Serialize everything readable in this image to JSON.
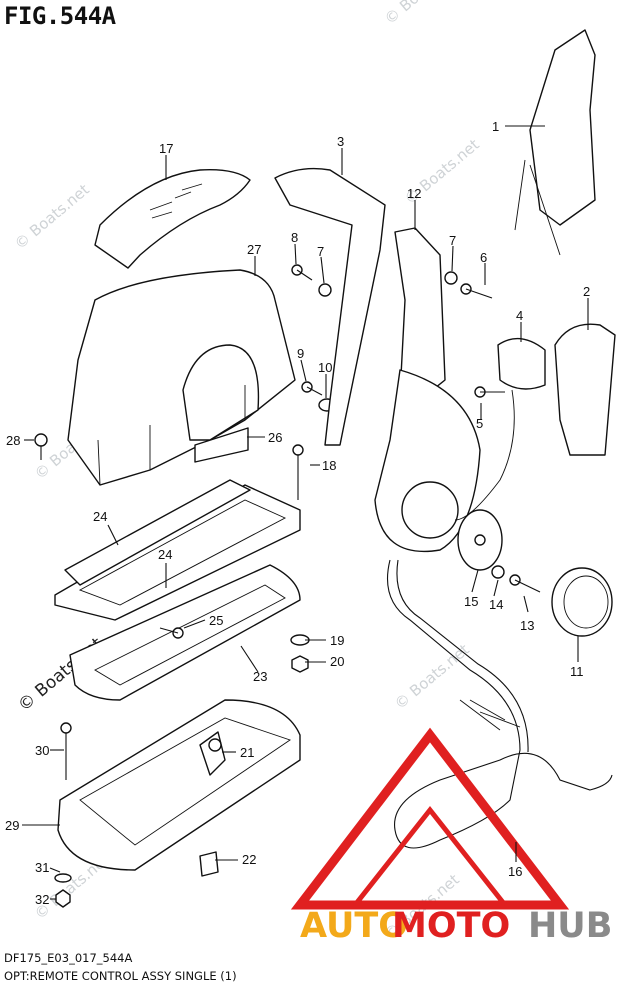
{
  "figure": {
    "title": "FIG.544A",
    "code": "DF175_E03_017_544A",
    "caption": "OPT:REMOTE CONTROL ASSY SINGLE (1)"
  },
  "callouts": [
    "1",
    "2",
    "3",
    "4",
    "5",
    "6",
    "7",
    "7",
    "8",
    "9",
    "10",
    "11",
    "12",
    "13",
    "14",
    "15",
    "16",
    "17",
    "18",
    "19",
    "20",
    "21",
    "22",
    "23",
    "24",
    "24",
    "25",
    "26",
    "27",
    "28",
    "29",
    "30",
    "31",
    "32"
  ],
  "watermarks": {
    "site": "© Boats.net",
    "side_label": "© Boats.net"
  },
  "brand": {
    "part1": "AUTO",
    "part2": "MOTO",
    "part3": "HUB",
    "colors": {
      "orange": "#f3a91a",
      "red": "#e02020",
      "gray": "#8a8a8a"
    }
  }
}
